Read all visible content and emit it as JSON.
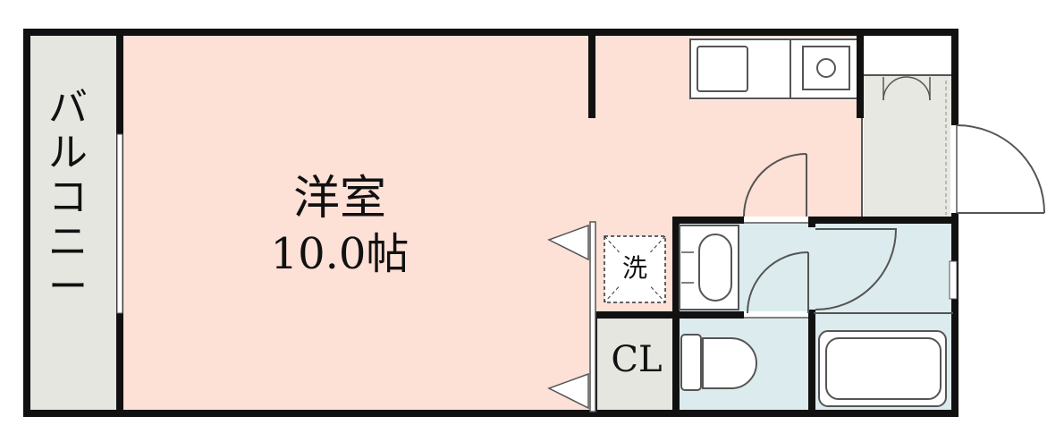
{
  "labels": {
    "balcony": "バルコニー",
    "western_room": "洋室",
    "room_size": "10.0帖",
    "washer": "洗",
    "closet": "CL"
  },
  "colors": {
    "room_fill": "#fde0d6",
    "balcony_fill": "#e6e6e0",
    "entrance_fill": "#e8e8e2",
    "water_fill": "#dcecee",
    "closet_fill": "#e6e6e0",
    "wall": "#111111"
  }
}
